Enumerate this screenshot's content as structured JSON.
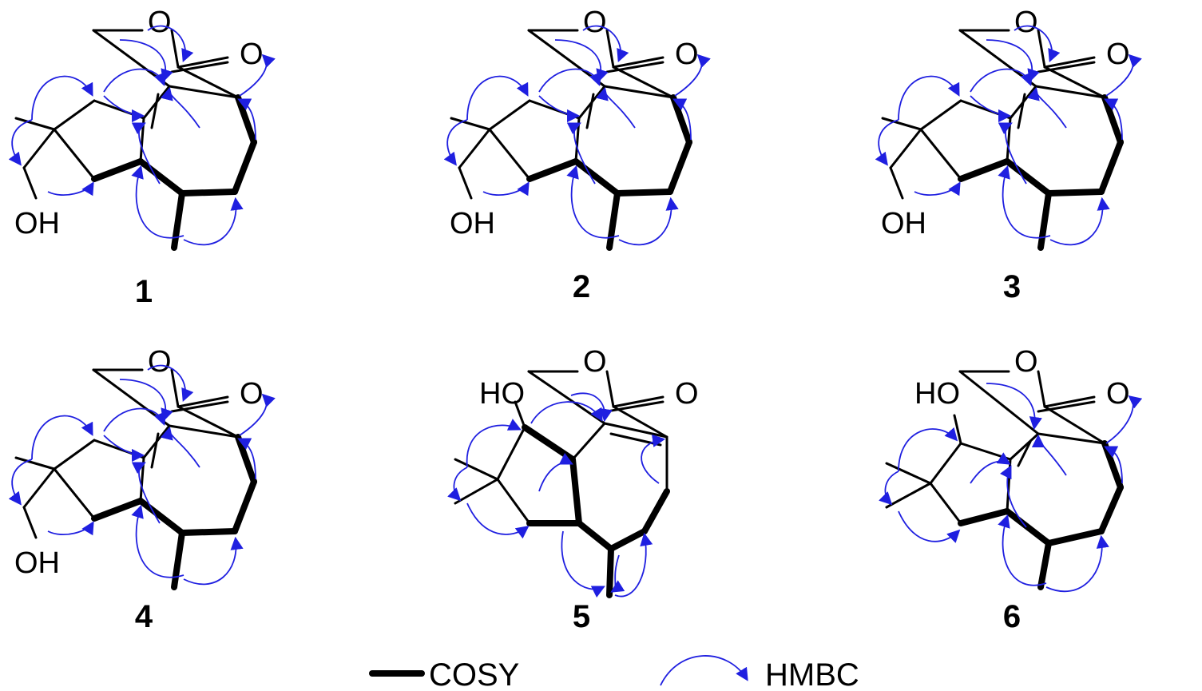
{
  "compounds": [
    {
      "label": "1",
      "hydroxyl": "OH",
      "ring_o": "O",
      "carbonyl_o": "O",
      "variant": "A"
    },
    {
      "label": "2",
      "hydroxyl": "OH",
      "ring_o": "O",
      "carbonyl_o": "O",
      "variant": "A"
    },
    {
      "label": "3",
      "hydroxyl": "OH",
      "ring_o": "O",
      "carbonyl_o": "O",
      "variant": "A"
    },
    {
      "label": "4",
      "hydroxyl": "OH",
      "ring_o": "O",
      "carbonyl_o": "O",
      "variant": "A"
    },
    {
      "label": "5",
      "hydroxyl": "HO",
      "ring_o": "O",
      "carbonyl_o": "O",
      "variant": "B"
    },
    {
      "label": "6",
      "hydroxyl": "HO",
      "ring_o": "O",
      "carbonyl_o": "O",
      "variant": "C"
    }
  ],
  "legend": {
    "cosy": "COSY",
    "hmbc": "HMBC"
  },
  "colors": {
    "hmbc_arrow": "#1f1fe0",
    "bond": "#000000"
  }
}
